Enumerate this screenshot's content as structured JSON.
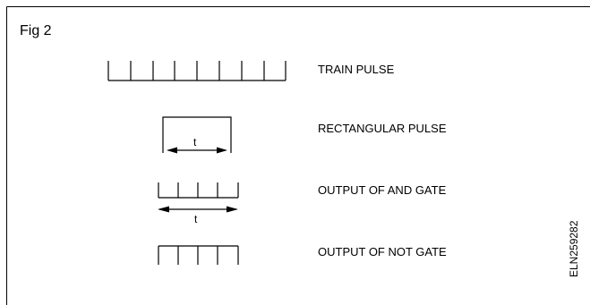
{
  "figure": {
    "title": "Fig 2",
    "code": "ELN259282"
  },
  "rows": [
    {
      "id": "train",
      "label": "TRAIN PULSE",
      "ticks": 9,
      "interval_label": ""
    },
    {
      "id": "rect",
      "label": "RECTANGULAR PULSE",
      "interval_label": "t"
    },
    {
      "id": "and",
      "label": "OUTPUT OF AND GATE",
      "ticks": 5,
      "interval_label": "t"
    },
    {
      "id": "not",
      "label": "OUTPUT OF NOT GATE",
      "ticks": 5,
      "interval_label": ""
    }
  ],
  "colors": {
    "line": "#000000",
    "background": "#ffffff"
  }
}
